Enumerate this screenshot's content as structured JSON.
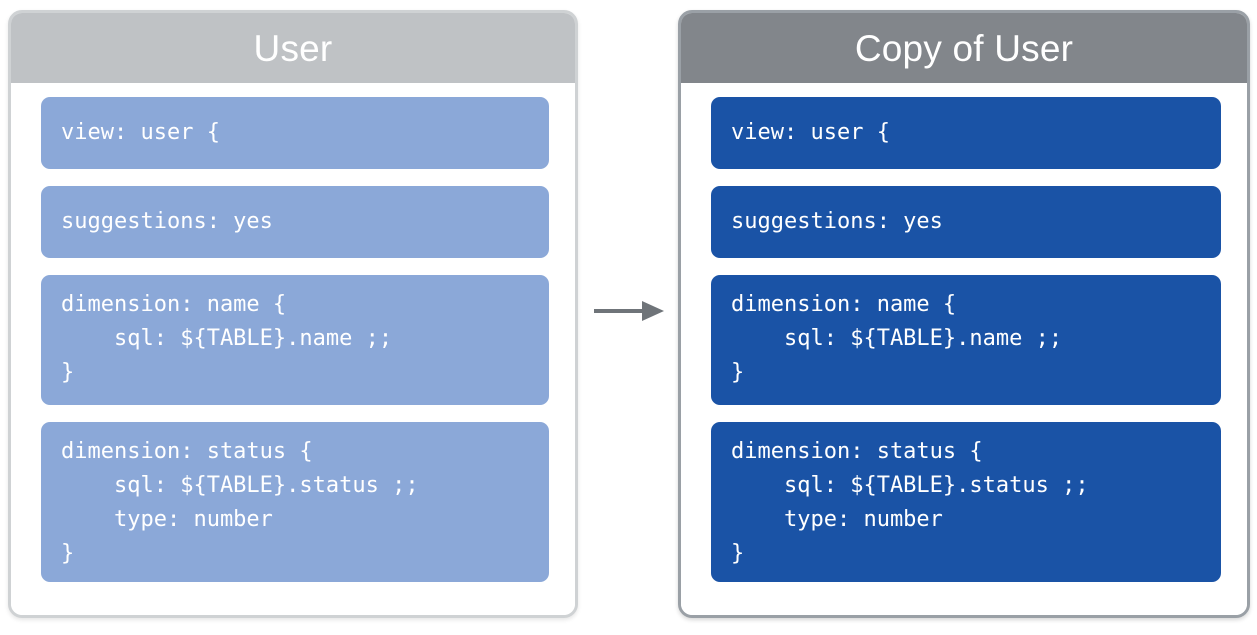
{
  "diagram": {
    "type": "before-after-copy",
    "arrow": {
      "direction": "right",
      "icon": "arrow-right-icon",
      "color": "#6f7479"
    },
    "panels": [
      {
        "id": "source",
        "title": "User",
        "header_color": "#bfc2c5",
        "block_color": "#8ba8d8",
        "border_color": "#cfd2d4",
        "blocks": [
          {
            "id": "view",
            "code": "view: user {"
          },
          {
            "id": "suggestions",
            "code": "suggestions: yes"
          },
          {
            "id": "dimension-name",
            "code": "dimension: name {\n    sql: ${TABLE}.name ;;\n}"
          },
          {
            "id": "dimension-status",
            "code": "dimension: status {\n    sql: ${TABLE}.status ;;\n    type: number\n}"
          }
        ]
      },
      {
        "id": "copy",
        "title": "Copy of User",
        "header_color": "#82868b",
        "block_color": "#1a53a6",
        "border_color": "#9aa0a6",
        "blocks": [
          {
            "id": "view",
            "code": "view: user {"
          },
          {
            "id": "suggestions",
            "code": "suggestions: yes"
          },
          {
            "id": "dimension-name",
            "code": "dimension: name {\n    sql: ${TABLE}.name ;;\n}"
          },
          {
            "id": "dimension-status",
            "code": "dimension: status {\n    sql: ${TABLE}.status ;;\n    type: number\n}"
          }
        ]
      }
    ]
  }
}
